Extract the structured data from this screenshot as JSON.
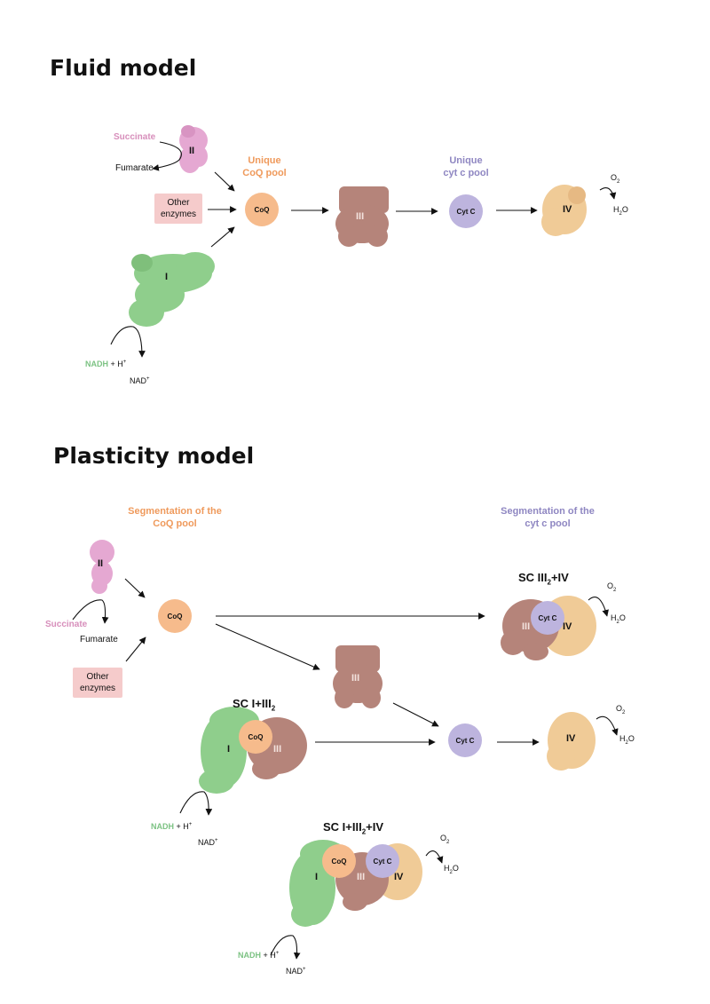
{
  "fluid": {
    "title": "Fluid model",
    "succinate": "Succinate",
    "fumarate": "Fumarate",
    "other_enzymes": "Other enzymes",
    "unique_coq_line1": "Unique",
    "unique_coq_line2": "CoQ pool",
    "unique_cytc_line1": "Unique",
    "unique_cytc_line2": "cyt c pool",
    "coq": "CoQ",
    "cytc": "Cyt C",
    "complex_i": "I",
    "complex_ii": "II",
    "complex_iii": "III",
    "complex_iv": "IV",
    "nadh": "NADH",
    "plus_h": "+ H",
    "h_sup": "+",
    "nad": "NAD",
    "nad_sup": "+",
    "o2": "O",
    "o2_sub": "2",
    "h2o_h": "H",
    "h2o_sub": "2",
    "h2o_o": "O"
  },
  "plasticity": {
    "title": "Plasticity model",
    "seg_coq_line1": "Segmentation of the",
    "seg_coq_line2": "CoQ pool",
    "seg_cytc_line1": "Segmentation of the",
    "seg_cytc_line2": "cyt c pool",
    "succinate": "Succinate",
    "fumarate": "Fumarate",
    "other_enzymes": "Other enzymes",
    "coq": "CoQ",
    "cytc": "Cyt C",
    "complex_i": "I",
    "complex_ii": "II",
    "complex_iii": "III",
    "complex_iv": "IV",
    "sc_iii_iv_pre": "SC III",
    "sc_iii_iv_sub": "2",
    "sc_iii_iv_post": "+IV",
    "sc_i_iii_pre": "SC I+III",
    "sc_i_iii_sub": "2",
    "sc_i_iii_iv_pre": "SC I+III",
    "sc_i_iii_iv_sub": "2",
    "sc_i_iii_iv_post": "+IV",
    "nadh": "NADH",
    "plus_h": "+ H",
    "h_sup": "+",
    "nad": "NAD",
    "nad_sup": "+",
    "o2": "O",
    "o2_sub": "2",
    "h2o_h": "H",
    "h2o_sub": "2",
    "h2o_o": "O"
  },
  "colors": {
    "complex_i": "#8fce8c",
    "complex_ii": "#e5a8d2",
    "complex_iii": "#b5847a",
    "complex_iv": "#f0cb97",
    "coq": "#f6bb8c",
    "cytc": "#bdb4de",
    "other_enzymes_box": "#f5cbcb"
  }
}
